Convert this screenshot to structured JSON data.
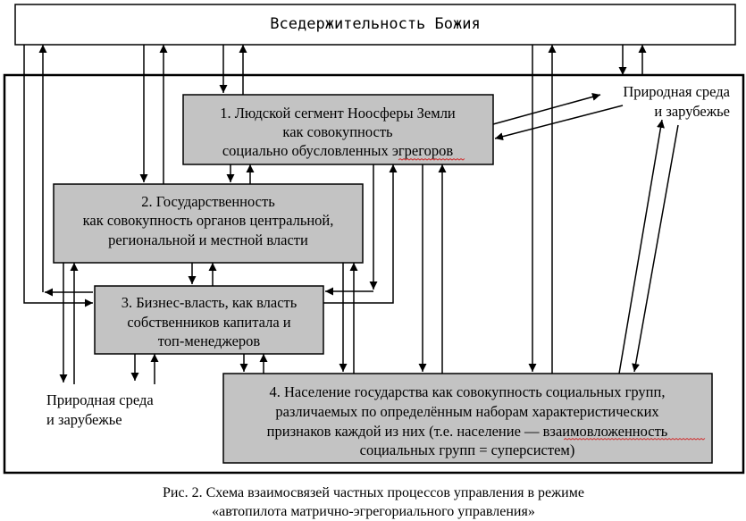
{
  "diagram": {
    "top_box": {
      "label": "Вседержительность Божия"
    },
    "nodes": [
      {
        "id": "n1",
        "lines": [
          "1. Людской сегмент Ноосферы Земли",
          "как совокупность",
          "социально обусловленных эгрегоров"
        ],
        "spellcheck_word": "эгрегоров"
      },
      {
        "id": "n2",
        "lines": [
          "2. Государственность",
          "как совокупность органов центральной,",
          "региональной и местной власти"
        ]
      },
      {
        "id": "n3",
        "lines": [
          "3. Бизнес-власть, как власть",
          "собственников капитала и",
          "топ-менеджеров"
        ]
      },
      {
        "id": "n4",
        "lines": [
          "4. Население государства как совокупность социальных групп,",
          "различаемых по определённым наборам характеристических",
          "признаков каждой из них (т.е. население — взаимовложенность",
          "социальных групп = суперсистем)"
        ],
        "spellcheck_word": "взаимовложенность"
      }
    ],
    "external": [
      {
        "id": "ext-right",
        "lines": [
          "Природная среда",
          "и зарубежье"
        ]
      },
      {
        "id": "ext-bottom-left",
        "lines": [
          "Природная среда",
          "и зарубежье"
        ]
      }
    ],
    "colors": {
      "node_fill": "#c3c3c3",
      "line": "#000000",
      "spellcheck": "#d03030"
    }
  },
  "caption": {
    "line1": "Рис. 2. Схема взаимосвязей частных процессов управления в режиме",
    "line2": "«автопилота матрично-эгрегориального управления»"
  }
}
